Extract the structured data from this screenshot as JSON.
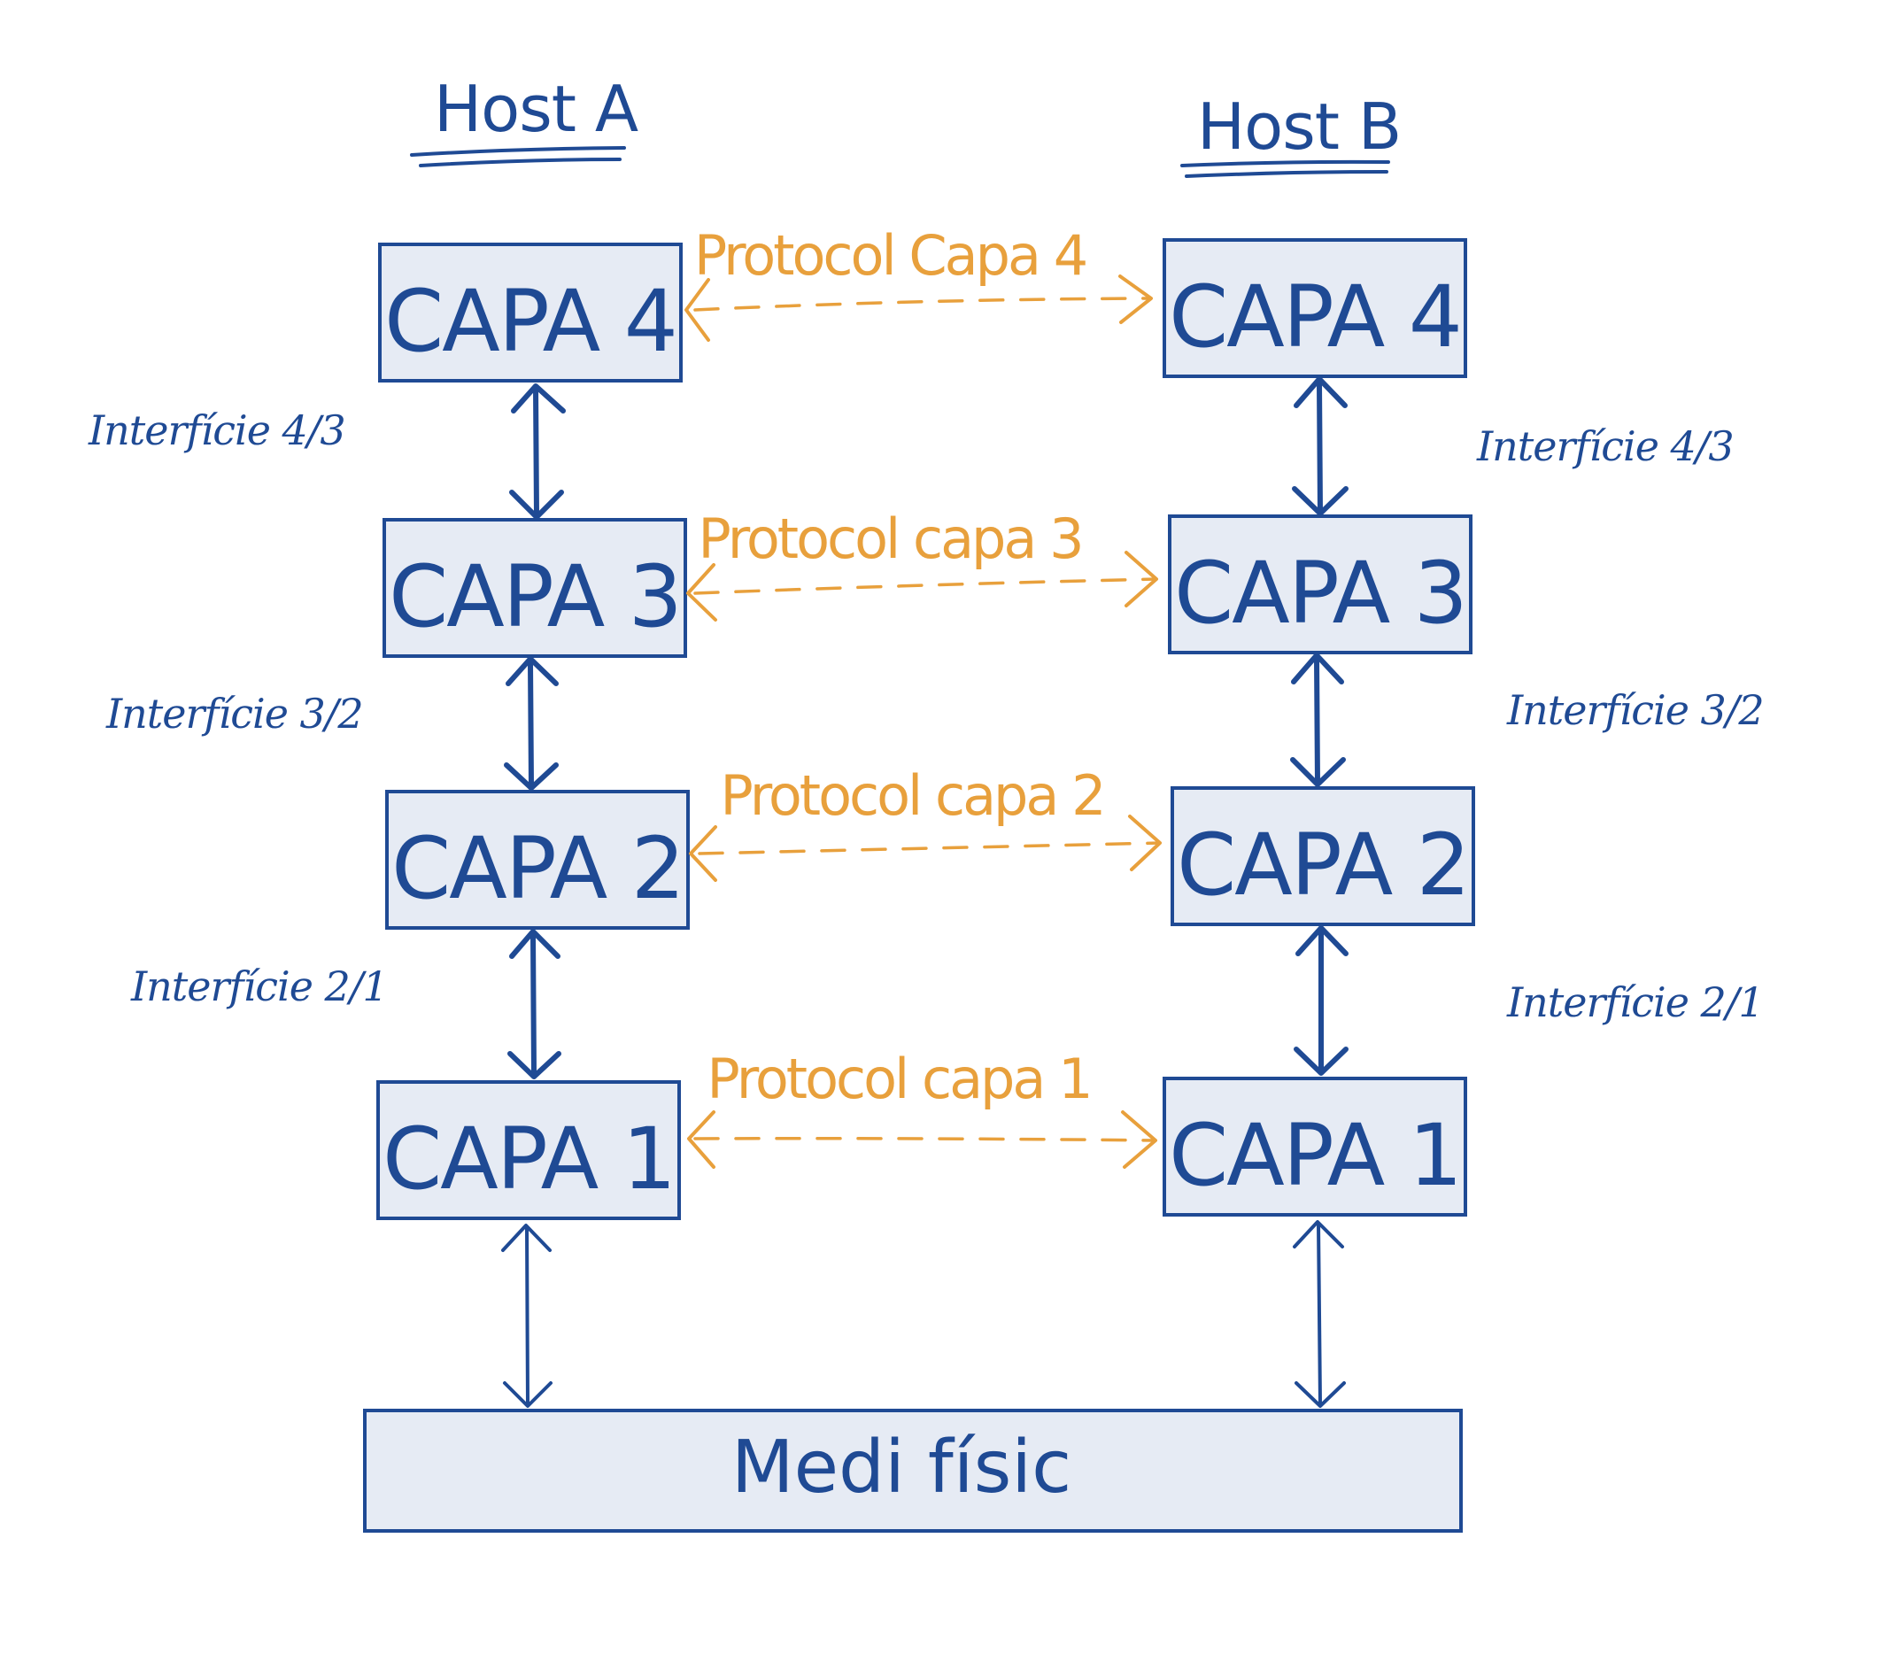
{
  "hosts": {
    "a": {
      "title": "Host A"
    },
    "b": {
      "title": "Host B"
    }
  },
  "layers": [
    {
      "id": "capa4",
      "label": "CAPA 4"
    },
    {
      "id": "capa3",
      "label": "CAPA 3"
    },
    {
      "id": "capa2",
      "label": "CAPA 2"
    },
    {
      "id": "capa1",
      "label": "CAPA 1"
    }
  ],
  "protocols": [
    {
      "label": "Protocol Capa 4"
    },
    {
      "label": "Protocol capa 3"
    },
    {
      "label": "Protocol capa 2"
    },
    {
      "label": "Protocol capa 1"
    }
  ],
  "interfaces": [
    {
      "label": "Interfície 4/3"
    },
    {
      "label": "Interfície 3/2"
    },
    {
      "label": "Interfície 2/1"
    }
  ],
  "physical_medium": {
    "label": "Medi físic"
  },
  "colors": {
    "primary": "#1f4a94",
    "protocol": "#e8a03c",
    "box_fill": "#e6ebf4"
  }
}
